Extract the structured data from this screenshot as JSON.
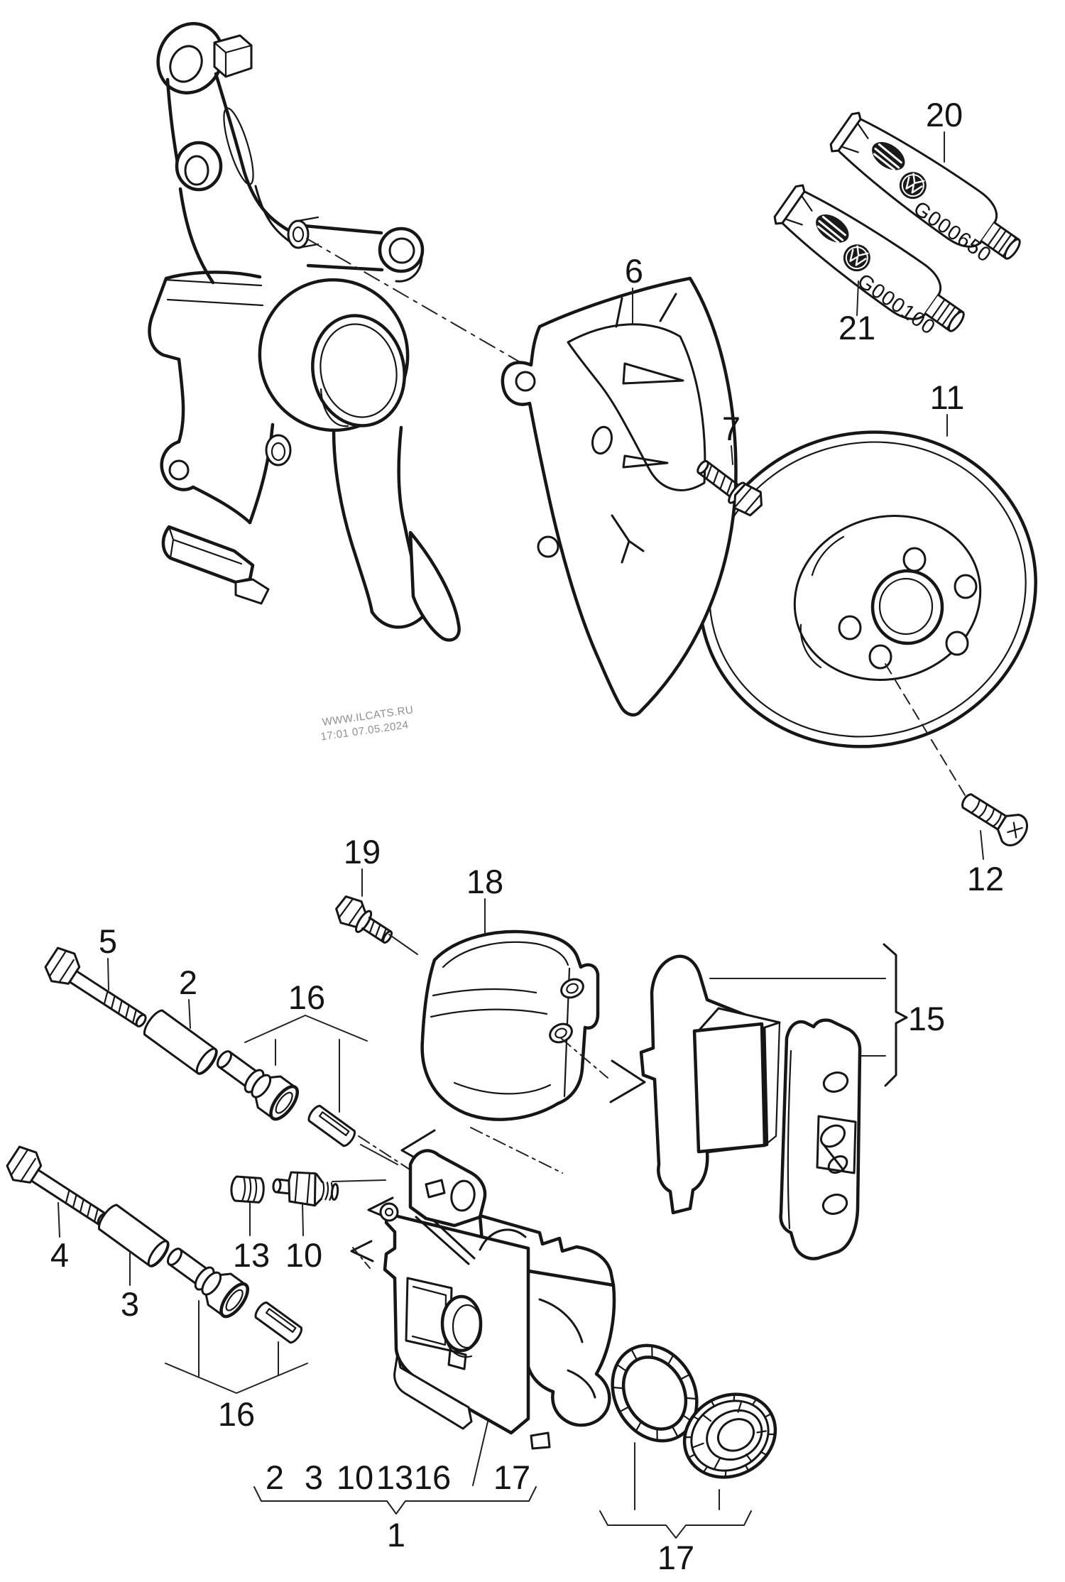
{
  "watermark": {
    "site": "WWW.ILCATS.RU",
    "timestamp": "17:01 07.05.2024"
  },
  "tubes": [
    {
      "callout": "20",
      "code": "G000650"
    },
    {
      "callout": "21",
      "code": "G000100"
    }
  ],
  "callouts": {
    "c1": "1",
    "c2": "2",
    "c3": "3",
    "c4": "4",
    "c5": "5",
    "c6": "6",
    "c7": "7",
    "c10": "10",
    "c11": "11",
    "c12": "12",
    "c13": "13",
    "c15": "15",
    "c16_upper": "16",
    "c16_lower": "16",
    "c17_seals": "17",
    "c18": "18",
    "c19": "19"
  },
  "assembly_row": {
    "p2": "2",
    "p3": "3",
    "p10": "10",
    "p13": "13",
    "p16": "16",
    "p17": "17"
  }
}
